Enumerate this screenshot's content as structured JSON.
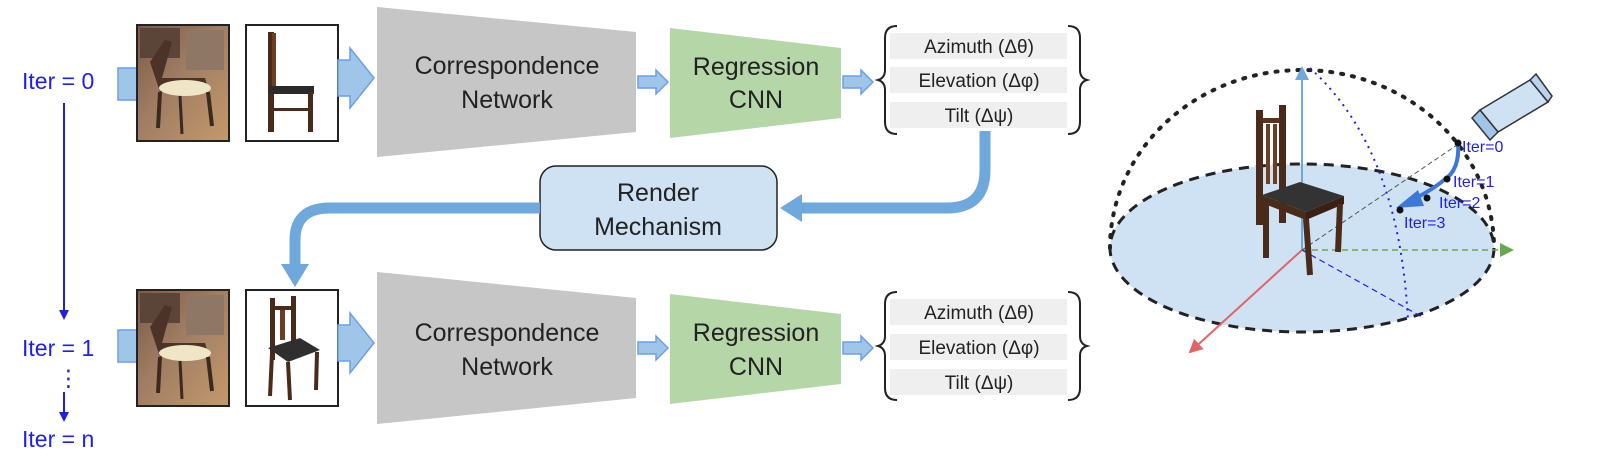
{
  "iterations": {
    "iter0": "Iter = 0",
    "iter1": "Iter = 1",
    "itern": "Iter = n",
    "ellipsis": "⋮"
  },
  "pipeline_top": {
    "network": [
      "Correspondence",
      "Network"
    ],
    "regression": [
      "Regression",
      "CNN"
    ],
    "outputs": [
      "Azimuth (Δθ)",
      "Elevation (Δφ)",
      "Tilt (Δψ)"
    ]
  },
  "render": [
    "Render",
    "Mechanism"
  ],
  "pipeline_bottom": {
    "network": [
      "Correspondence",
      "Network"
    ],
    "regression": [
      "Regression",
      "CNN"
    ],
    "outputs": [
      "Azimuth (Δθ)",
      "Elevation (Δφ)",
      "Tilt (Δψ)"
    ]
  },
  "viewpoint": {
    "labels": [
      "Iter=0",
      "Iter=1",
      "Iter=2",
      "Iter=3"
    ]
  },
  "colors": {
    "iter_blue": "#1f1fe6",
    "arrow_blue": "#7fb2e6",
    "network_gray": "#c6c6c6",
    "regression_green": "#b5d7a8",
    "render_fill": "#cfe2f3",
    "sphere_fill": "#cfe2f3",
    "output_fill": "#efefef"
  }
}
